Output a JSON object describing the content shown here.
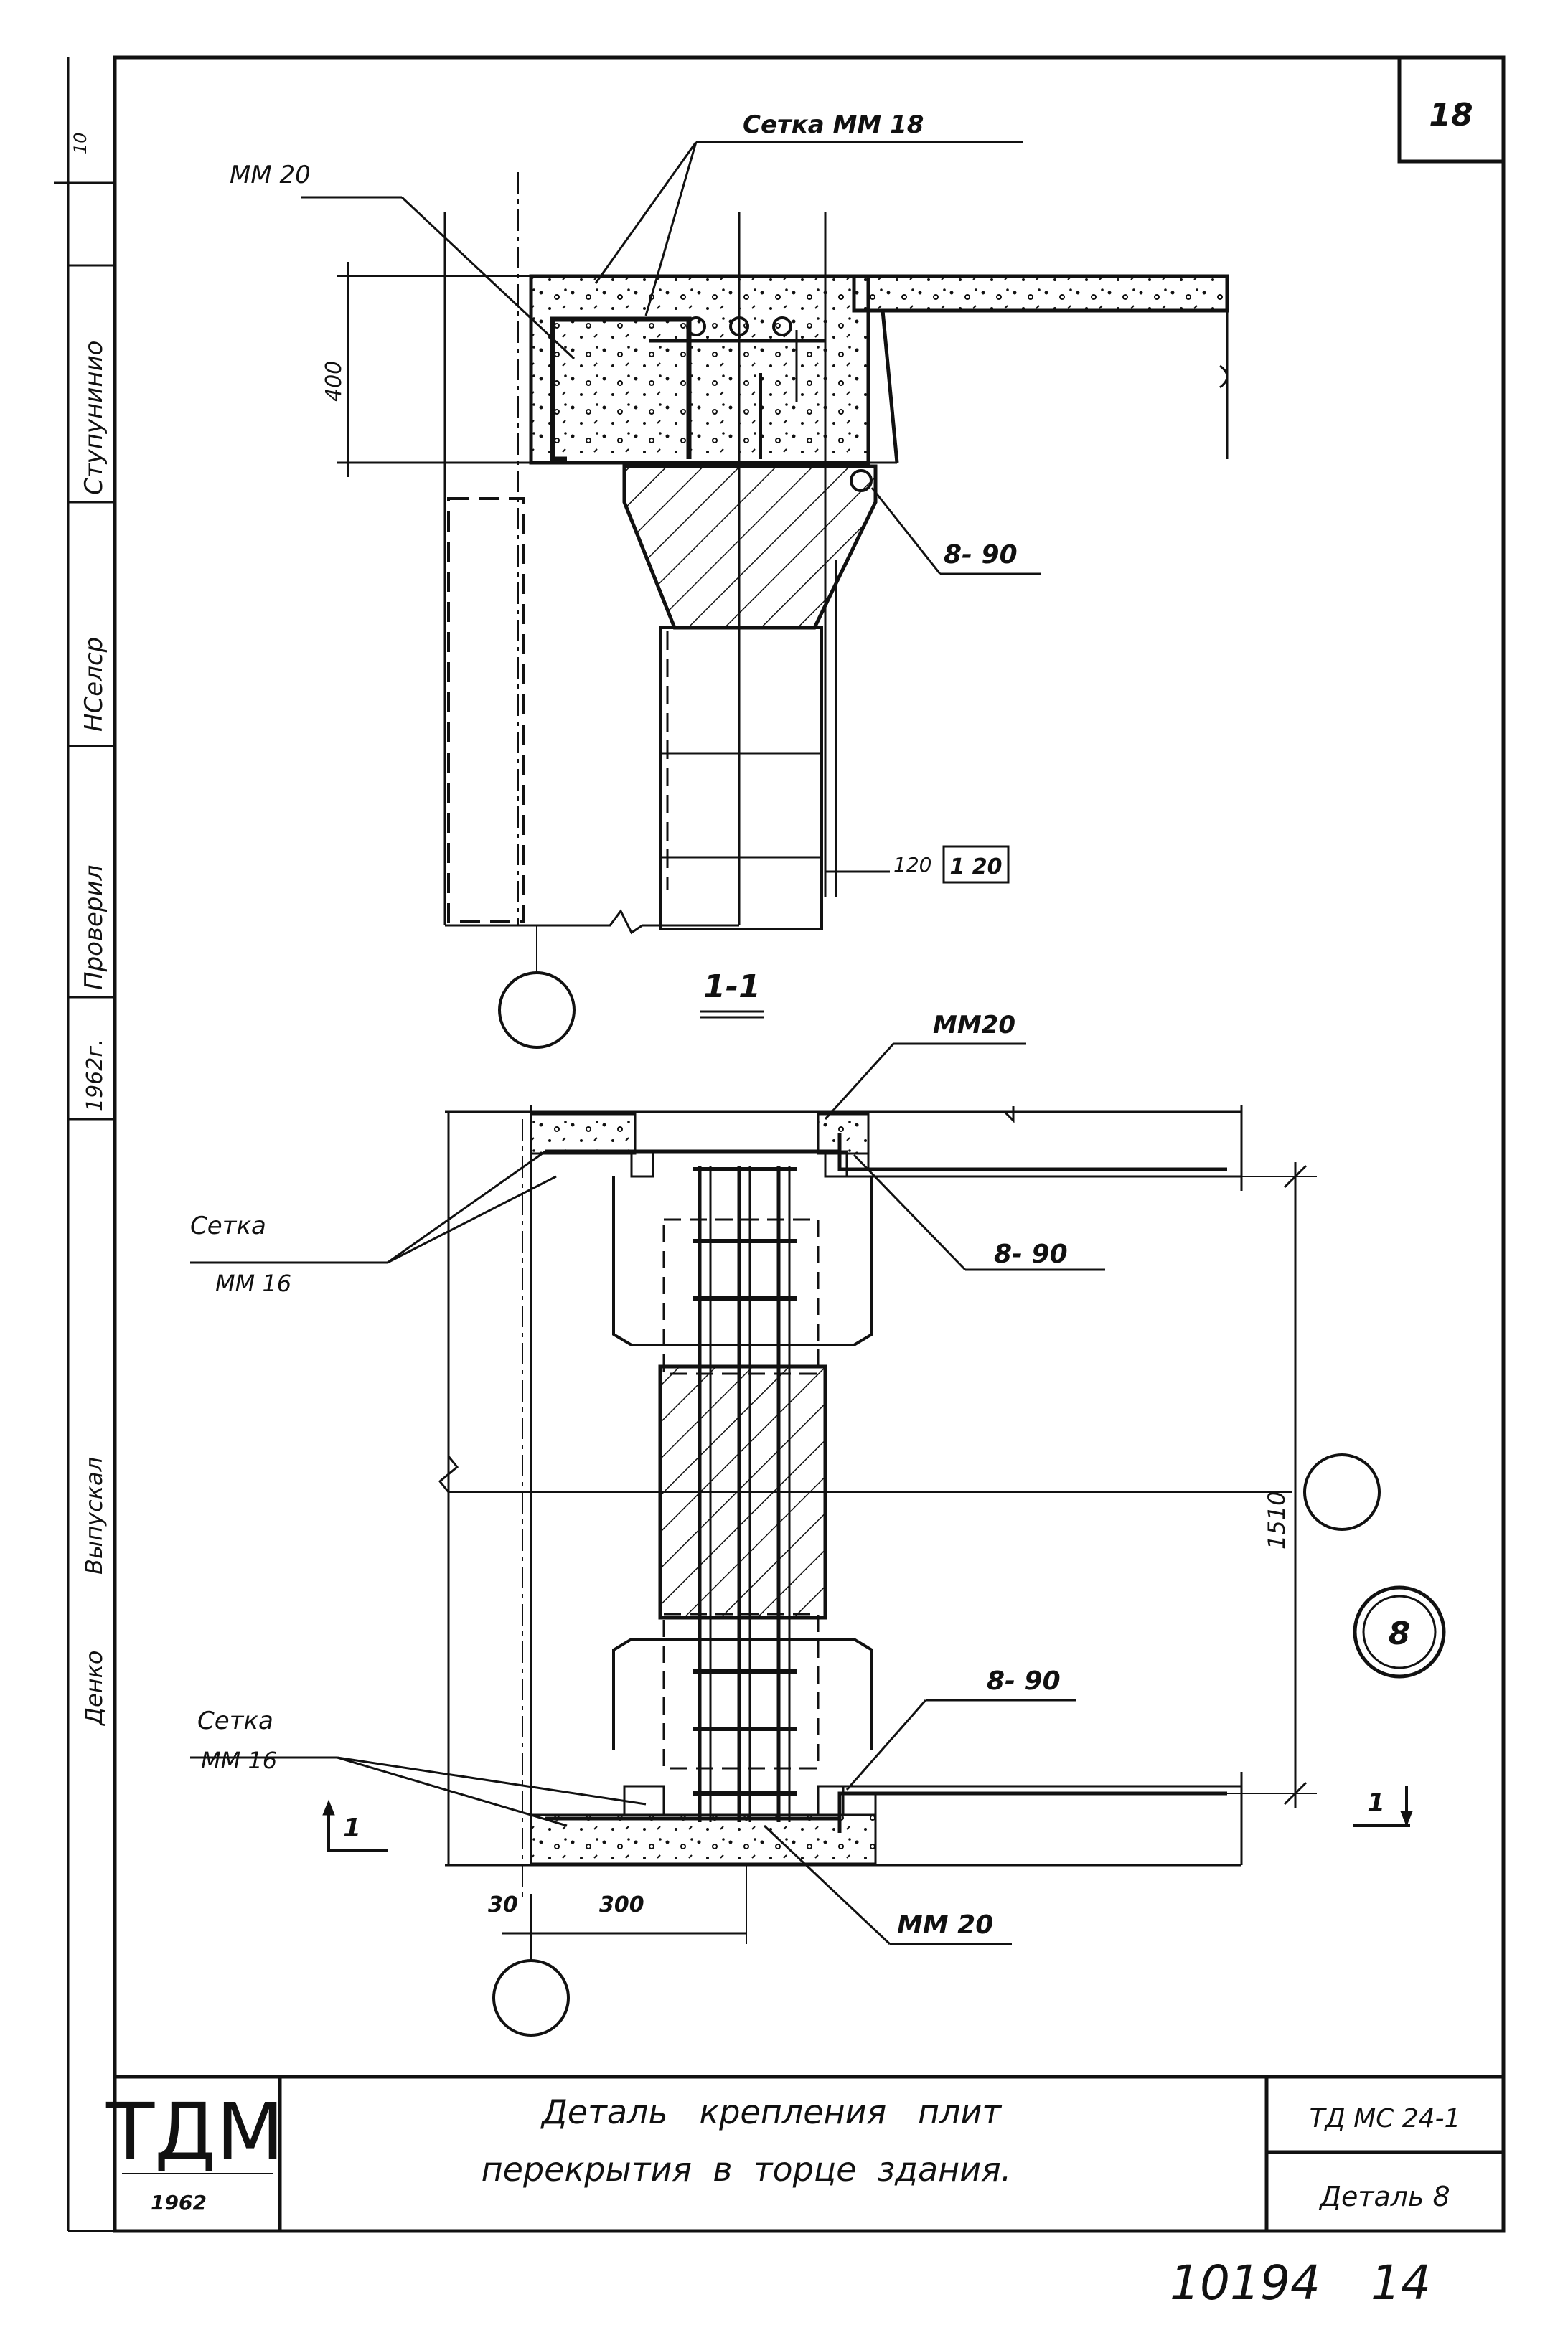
{
  "sheet": {
    "number": "18",
    "corner_mark": "10",
    "side_labels": {
      "role_1": "Ступунинио",
      "role_2": "НСелср",
      "role_3": "Проверил",
      "year": "1962г.",
      "role_4": "Выпускал",
      "role_5": "Денко"
    }
  },
  "section_1": {
    "title": "1-1",
    "labels": {
      "mesh_top": "Сетка ММ 18",
      "mm20": "ММ 20",
      "rod": "8- 90",
      "dim_400": "400",
      "dim_120": "120",
      "scale": "1 20"
    }
  },
  "plan": {
    "labels": {
      "mm20_top": "ММ20",
      "mesh_left_line1": "Сетка",
      "mesh_left_line2": "ММ 16",
      "rod_top": "8- 90",
      "rod_bottom": "8- 90",
      "dim_1510": "1510",
      "mesh_bot_line1": "Сетка",
      "mesh_bot_line2": "ММ 16",
      "mm20_bottom": "ММ 20",
      "dim_30": "30",
      "dim_300": "300",
      "section_marker": "1",
      "detail_no": "8"
    }
  },
  "title_block": {
    "logo": "ТДМ",
    "year": "1962",
    "title_line1": "Деталь   крепления   плит",
    "title_line2": "перекрытия  в  торце  здания.",
    "code": "ТД МС 24-1",
    "detail": "Деталь 8"
  },
  "stamp": {
    "archive_no": "10194",
    "page": "14"
  },
  "colors": {
    "ink": "#111111",
    "paper": "#ffffff"
  }
}
